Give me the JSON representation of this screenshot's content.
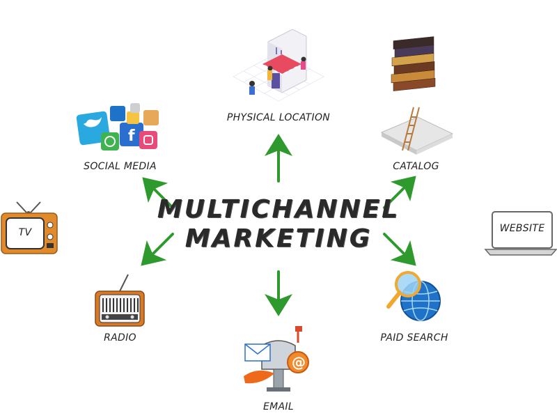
{
  "title": {
    "line1": "MULTICHANNEL",
    "line2": "MARKETING"
  },
  "channels": {
    "physical_location": "PHYSICAL LOCATION",
    "social_media": "SOCIAL MEDIA",
    "catalog": "CATALOG",
    "tv": "TV",
    "website": "WEBSITE",
    "radio": "RADIO",
    "paid_search": "PAID SEARCH",
    "email": "EMAIL"
  },
  "colors": {
    "arrow": "#2e9a2e",
    "title": "#2a2a2a",
    "tv_body": "#e08a2c",
    "radio_body": "#d97a28",
    "social_blue": "#2aa8e0",
    "search_blue": "#1e73c8",
    "email_orange": "#ee6a1a",
    "catalog_brown": "#7a4a2a"
  },
  "icons": {
    "physical_location": "storefront-icon",
    "social_media": "social-media-cubes-icon",
    "catalog": "book-stack-icon",
    "tv": "television-icon",
    "website": "laptop-icon",
    "radio": "radio-icon",
    "paid_search": "magnifier-globe-icon",
    "email": "mailbox-icon"
  }
}
